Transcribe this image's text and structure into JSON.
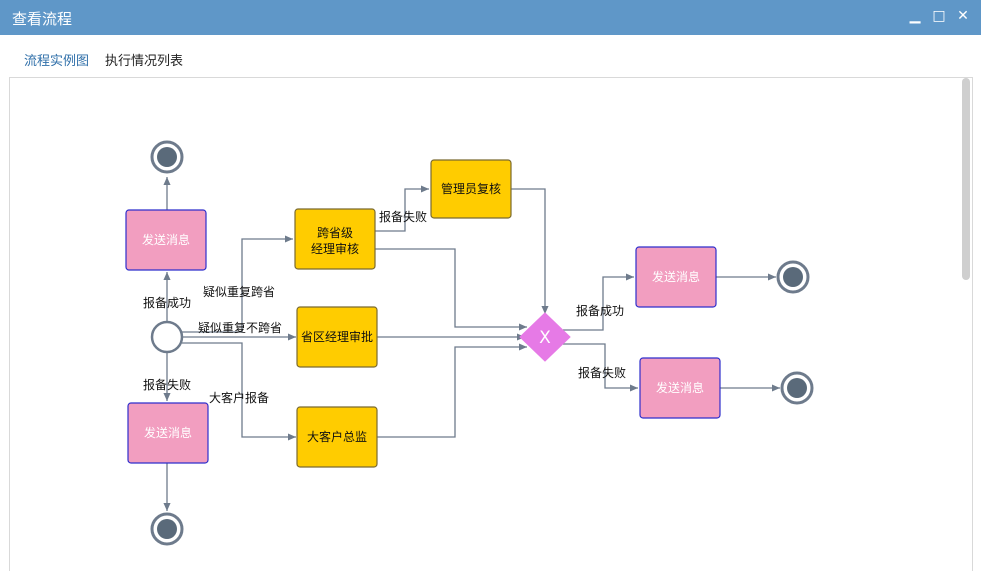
{
  "window": {
    "title": "查看流程",
    "controls": {
      "minimize_icon": "minimize-icon",
      "maximize_icon": "maximize-icon",
      "close_icon": "close-icon"
    }
  },
  "tabs": [
    {
      "label": "流程实例图",
      "active": true
    },
    {
      "label": "执行情况列表",
      "active": false
    }
  ],
  "colors": {
    "task_fill": "#ffcc00",
    "task_stroke": "#7a6a30",
    "message_fill": "#f29ec0",
    "message_stroke": "#2e2ecc",
    "gateway_fill": "#e67ae6",
    "edge": "#6e7b8c",
    "end_event": "#5a6a7a"
  },
  "diagram": {
    "start_event": "start-event",
    "gateway_label": "X",
    "tasks": {
      "cross_province": [
        "跨省级",
        "经理审核"
      ],
      "admin_review": "管理员复核",
      "province_approval": "省区经理审批",
      "key_account": "大客户总监"
    },
    "messages": {
      "left_top": "发送消息",
      "left_bottom": "发送消息",
      "right_top": "发送消息",
      "right_bottom": "发送消息"
    },
    "edge_labels": {
      "report_success_left": "报备成功",
      "report_fail_left": "报备失败",
      "suspect_cross": "疑似重复跨省",
      "suspect_not_cross": "疑似重复不跨省",
      "key_account_report": "大客户报备",
      "report_fail_admin": "报备失败",
      "report_success_right": "报备成功",
      "report_fail_right": "报备失败"
    }
  }
}
